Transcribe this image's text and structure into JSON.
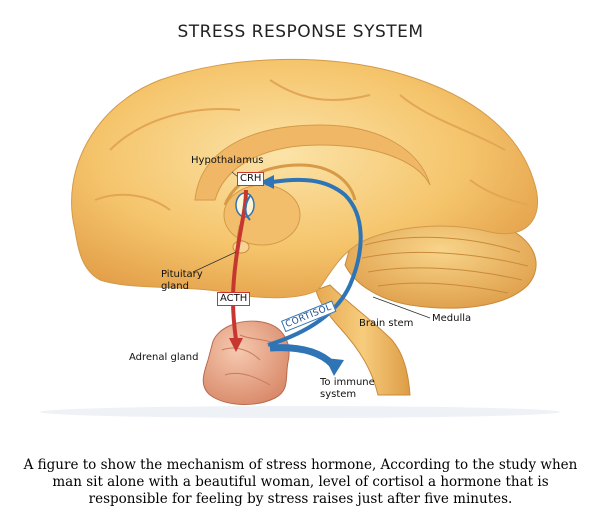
{
  "title": "STRESS RESPONSE SYSTEM",
  "labels": {
    "hypothalamus": "Hypothalamus",
    "crh": "CRH",
    "pituitary_line1": "Pituitary",
    "pituitary_line2": "gland",
    "acth": "ACTH",
    "cortisol": "CORTISOL",
    "brain_stem": "Brain stem",
    "medulla": "Medulla",
    "adrenal": "Adrenal gland",
    "immune_line1": "To immune",
    "immune_line2": "system"
  },
  "caption": {
    "line1": "A figure to show the mechanism of stress hormone, According to the study when",
    "line2": "man sit  alone with a beautiful woman, level of cortisol a hormone that is",
    "line3": "responsible for feeling by stress raises just after five minutes."
  },
  "colors": {
    "brain": "#f5c56c",
    "brain_shadow": "#e0a44c",
    "red_pathway": "#c8372f",
    "blue_pathway": "#2f74b5"
  }
}
